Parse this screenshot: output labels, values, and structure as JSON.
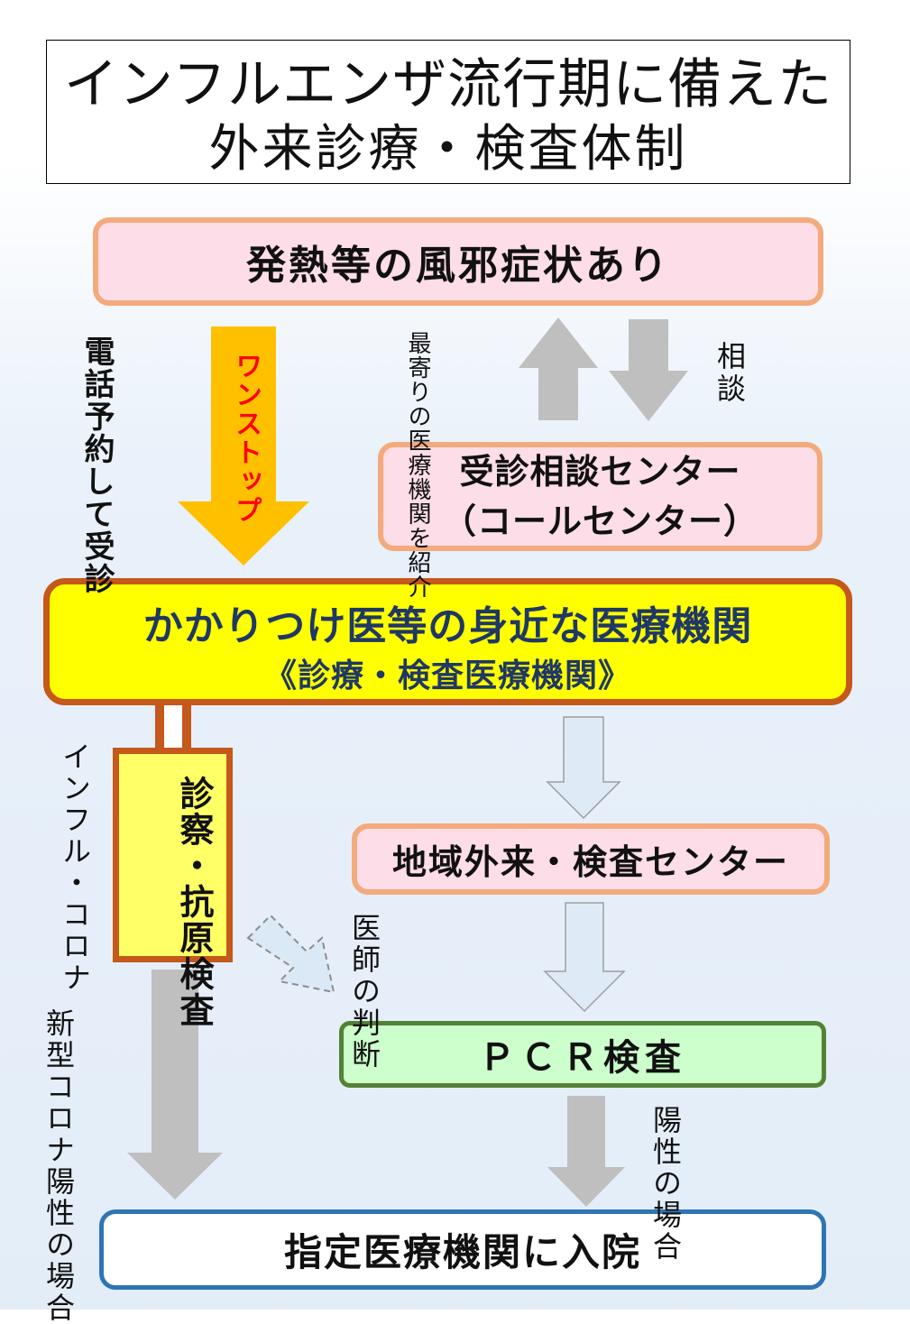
{
  "title": {
    "line1": "インフルエンザ流行期に備えた",
    "line2": "外来診療・検査体制"
  },
  "boxes": {
    "fever": "発熱等の風邪症状あり",
    "call_center_line1": "受診相談センター",
    "call_center_line2": "（コールセンター）",
    "clinic_line1": "かかりつけ医等の身近な医療機関",
    "clinic_line2": "《診療・検査医療機関》",
    "exam_col1": "診察・",
    "exam_col2": "抗原検査",
    "local_center": "地域外来・検査センター",
    "pcr": "ＰＣＲ検査",
    "final": "指定医療機関に入院"
  },
  "labels": {
    "phone_col1": "電話予約して",
    "phone_col2": "受診",
    "one_stop": "ワンストップ",
    "referral_col1": "最寄りの",
    "referral_col2": "医療機関",
    "referral_col3": "を紹介",
    "consult": "相談",
    "flu_corona": "インフル・コロナ",
    "covid_col1": "新型コロナ",
    "covid_col2": "陽性の場合",
    "doctor_col1": "医師の",
    "doctor_col2": "判断",
    "positive_col1": "陽性の",
    "positive_col2": "場合"
  },
  "colors": {
    "pink_fill": "#fcdde8",
    "pink_border": "#f3aa7c",
    "yellow_fill": "#ffff00",
    "brown_border": "#c5581b",
    "orange_arrow": "#ffc000",
    "gray_arrow": "#bfbfbf",
    "light_blue_arrow": "#deebf7",
    "green_fill": "#ccffcc",
    "blue_border": "#2e75b6"
  }
}
